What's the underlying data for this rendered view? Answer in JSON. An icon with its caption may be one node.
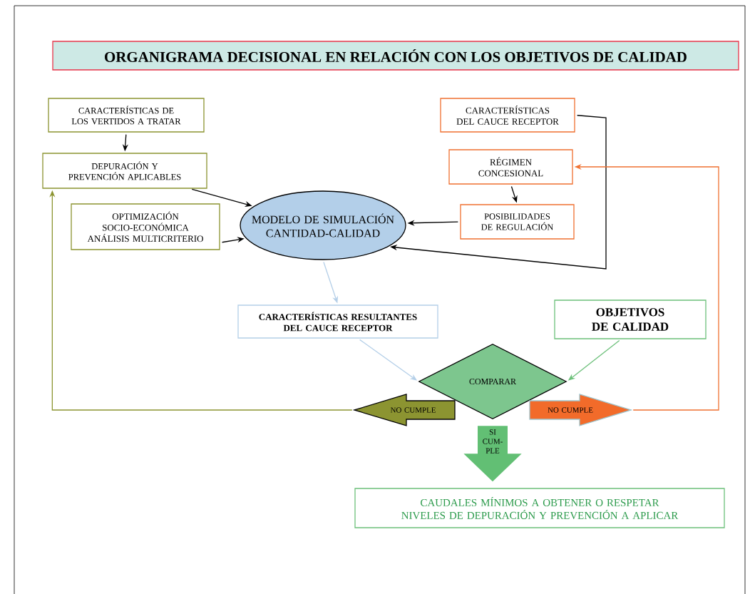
{
  "diagram": {
    "title": "ORGANIGRAMA DECISIONAL EN RELACIÓN CON LOS OBJETIVOS DE CALIDAD",
    "nodes": [
      {
        "text": [
          "CARACTERÍSTICAS DE LOS VERTIDOS A TRATAR"
        ]
      },
      {
        "text": [
          "DEPURACIÓN Y PREVENCIÓN APLICABLES"
        ]
      },
      {
        "text": [
          "OPTIMIZACIÓN SOCIO-ECONÓMICA ANÁLISIS MULTICRITERIO"
        ]
      },
      {
        "text": [
          "CARACTERÍSTICAS DEL CAUCE RECEPTOR"
        ]
      },
      {
        "text": [
          "RÉGIMEN CONCESIONAL"
        ]
      },
      {
        "text": [
          "POSIBILIDADES DE REGULACIÓN"
        ]
      },
      {
        "text": [
          "MODELO DE SIMULACIÓN CANTIDAD-CALIDAD"
        ]
      },
      {
        "text": [
          "CARACTERÍSTICAS RESULTANTES DEL CAUCE RECEPTOR"
        ]
      },
      {
        "text": [
          "OBJETIVOS DE CALIDAD"
        ]
      },
      {
        "text": [
          "COMPARAR"
        ]
      },
      {
        "text": [
          "NO CUMPLE"
        ]
      },
      {
        "text": [
          "NO CUMPLE"
        ]
      },
      {
        "text": [
          "CAUDALES MÍNIMOS A OBTENER O RESPETAR",
          "NIVELES DE DEPURACIÓN Y PREVENCIÓN A APLICAR"
        ]
      }
    ],
    "edges": [
      {
        "from": 0,
        "to": 1,
        "arrow": "to"
      },
      {
        "from": 1,
        "to": 6,
        "arrow": "to"
      },
      {
        "from": 2,
        "to": 6,
        "arrow": "to"
      },
      {
        "from": 4,
        "to": 5,
        "arrow": "to"
      },
      {
        "from": 5,
        "to": 6,
        "arrow": "to"
      },
      {
        "from": 3,
        "to": 6,
        "arrow": "to"
      },
      {
        "from": 6,
        "to": 7,
        "arrow": "to",
        "color": "#b4cfe8"
      },
      {
        "from": 7,
        "to": 9,
        "arrow": "to",
        "color": "#b4cfe8"
      },
      {
        "from": 8,
        "to": 9,
        "arrow": "to",
        "color": "#6cc07a"
      },
      {
        "from": 10,
        "to": 1,
        "arrow": "to",
        "color": "#8c9431"
      },
      {
        "from": 11,
        "to": 4,
        "arrow": "to",
        "color": "#f07030"
      },
      {
        "from": 9,
        "to": 12,
        "arrow": "to",
        "label": "SI CUM- PLE",
        "style": "thick",
        "color": "#62bf74"
      }
    ]
  }
}
